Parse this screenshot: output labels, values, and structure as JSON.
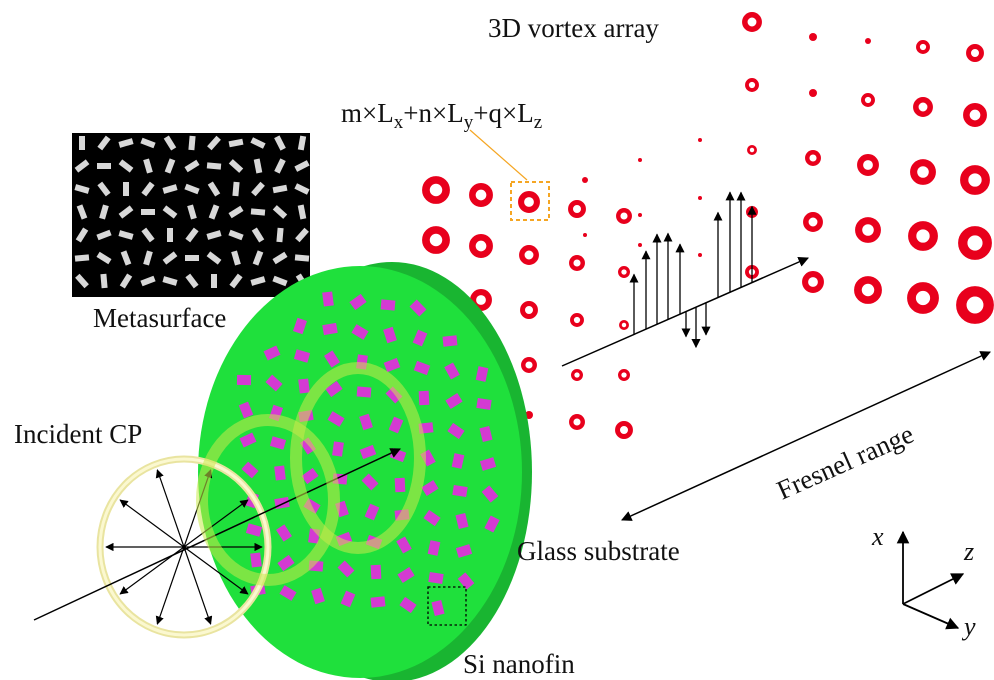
{
  "labels": {
    "vortex_array": "3D vortex array",
    "metasurface": "Metasurface",
    "incident": "Incident CP",
    "fresnel": "Fresnel range",
    "glass": "Glass substrate",
    "nanofin": "Si nanofin"
  },
  "formula": {
    "m": "m",
    "times": "×",
    "L": "L",
    "plus": "+",
    "n": "n",
    "q": "q",
    "sub_x": "x",
    "sub_y": "y",
    "sub_z": "z"
  },
  "axes": {
    "x": "x",
    "y": "y",
    "z": "z"
  },
  "colors": {
    "vortex": "#e8001c",
    "disk": "#1fe03c",
    "nanofin": "#d43ad2",
    "ring": "#f5f0a0",
    "highlight_box": "#f5a623",
    "inset_bg": "#000000",
    "inset_bar": "#d8d8d8"
  }
}
